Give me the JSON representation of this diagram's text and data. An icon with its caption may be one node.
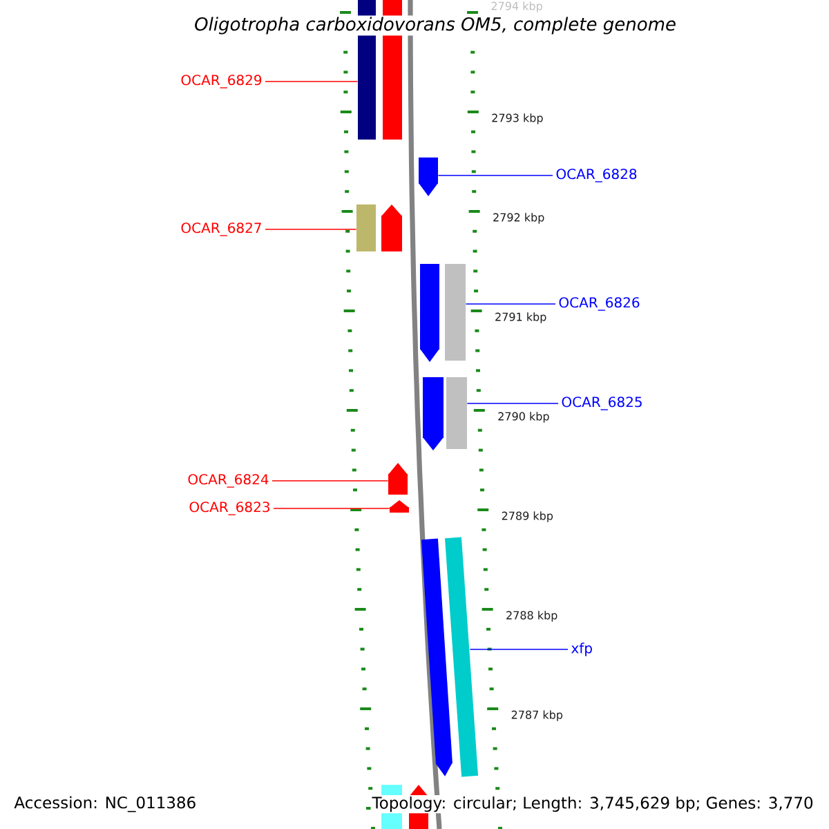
{
  "diagram": {
    "title": "Oligotropha carboxidovorans OM5, complete genome",
    "nodes": [
      {
        "text": [],
        "shape": "bar"
      },
      {
        "text": [],
        "shape": "bar"
      },
      {
        "text": [
          "OCAR_6829"
        ]
      },
      {
        "text": [],
        "shape": "pentagon"
      },
      {
        "text": [
          "OCAR_6828"
        ]
      },
      {
        "text": [],
        "shape": "bar"
      },
      {
        "text": [],
        "shape": "pentagon"
      },
      {
        "text": [
          "OCAR_6827"
        ]
      },
      {
        "text": [],
        "shape": "pentagon"
      },
      {
        "text": [],
        "shape": "bar"
      },
      {
        "text": [
          "OCAR_6826"
        ]
      },
      {
        "text": [],
        "shape": "pentagon"
      },
      {
        "text": [],
        "shape": "bar"
      },
      {
        "text": [
          "OCAR_6825"
        ]
      },
      {
        "text": [],
        "shape": "pentagon"
      },
      {
        "text": [
          "OCAR_6824"
        ]
      },
      {
        "text": [],
        "shape": "pentagon"
      },
      {
        "text": [
          "OCAR_6823"
        ]
      },
      {
        "text": [],
        "shape": "pentagon"
      },
      {
        "text": [],
        "shape": "bar"
      },
      {
        "text": [
          "xfp"
        ]
      },
      {
        "text": [],
        "shape": "bar"
      },
      {
        "text": [],
        "shape": "pentagon"
      }
    ],
    "edges": [
      {
        "from": 2,
        "to": 0,
        "arrow": "none"
      },
      {
        "from": 4,
        "to": 3,
        "arrow": "none",
        "color": "#0000ff"
      },
      {
        "from": 7,
        "to": 5,
        "arrow": "none"
      },
      {
        "from": 10,
        "to": 9,
        "arrow": "none",
        "color": "#0000ff"
      },
      {
        "from": 13,
        "to": 12,
        "arrow": "none",
        "color": "#0000ff"
      },
      {
        "from": 15,
        "to": 14,
        "arrow": "none"
      },
      {
        "from": 17,
        "to": 16,
        "arrow": "none"
      },
      {
        "from": 20,
        "to": 19,
        "arrow": "none",
        "color": "#0000ff"
      }
    ],
    "labels": [
      "2794 kbp",
      "2793 kbp",
      "2792 kbp",
      "2791 kbp",
      "2790 kbp",
      "2789 kbp",
      "2788 kbp",
      "2787 kbp",
      "Accession: NC_011386",
      "Topology: circular; Length: 3,745,629 bp; Genes: 3,770"
    ]
  }
}
